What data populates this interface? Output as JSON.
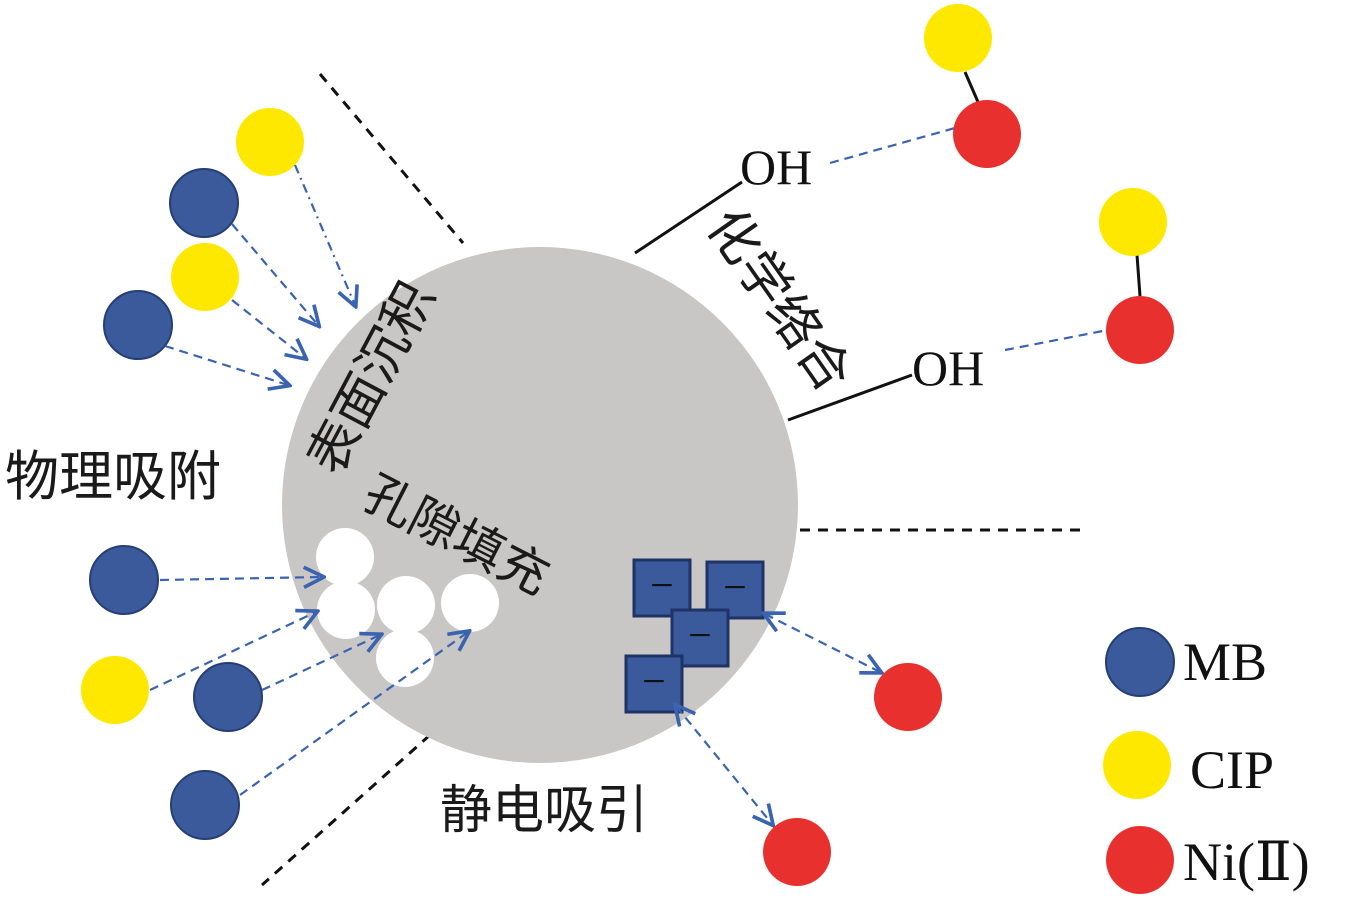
{
  "labels": {
    "physical_adsorption": "物理吸附",
    "surface_deposition": "表面沉积",
    "chemical_complexation": "化学络合",
    "pore_filling": "孔隙填充",
    "electrostatic_attraction": "静电吸引",
    "hydroxyl_1": "OH",
    "hydroxyl_2": "OH"
  },
  "charges": [
    "−",
    "−",
    "−",
    "−"
  ],
  "legend": [
    {
      "label": "MB",
      "color": "#3a5a9c"
    },
    {
      "label": "CIP",
      "color": "#ffe800"
    },
    {
      "label": "Ni(Ⅱ)",
      "color": "#e8312e"
    }
  ],
  "colors": {
    "particle": "#c9c7c5",
    "pore": "#ffffff",
    "charge_site": "#3a5a9c",
    "arrow": "#3a63b0"
  }
}
